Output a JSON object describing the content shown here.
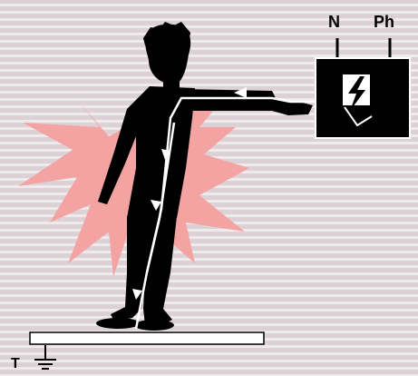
{
  "labels": {
    "neutral": "N",
    "phase": "Ph",
    "earth": "T"
  },
  "colors": {
    "background": "#dcd2d6",
    "stripe": "#ffffff",
    "burst": "#f4a3a3",
    "silhouette": "#000000",
    "current_path": "#ffffff",
    "box_fill": "#000000",
    "box_stroke": "#ffffff"
  },
  "icons": [
    "lightning-icon",
    "ground-symbol-icon"
  ]
}
